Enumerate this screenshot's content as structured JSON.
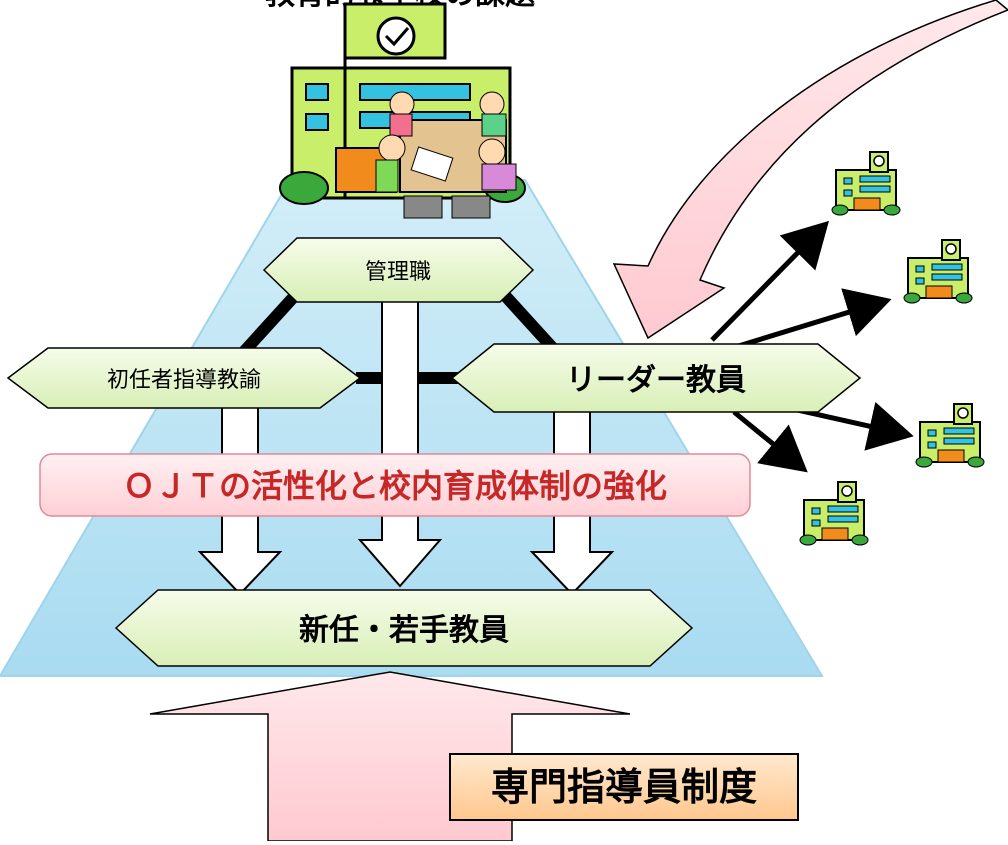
{
  "labels": {
    "top_caption": "教育的な学校の課題",
    "management": "管理職",
    "mentor_teacher": "初任者指導教諭",
    "leader_teacher": "リーダー教員",
    "ojt_banner": "ＯＪＴの活性化と校内育成体制の強化",
    "new_teacher": "新任・若手教員",
    "specialist_system": "専門指導員制度"
  },
  "icons": {
    "main_school": "school-building-with-children-icon",
    "small_school": "school-building-icon"
  },
  "colors": {
    "trapezoid": "#bfe6f5",
    "label_box": "#eaf7d4",
    "ojt_banner": "#ffe3e6",
    "ojt_text": "#c62828",
    "pink_arrow": "#ffd9de",
    "specialist_box": "#ffddb5"
  }
}
